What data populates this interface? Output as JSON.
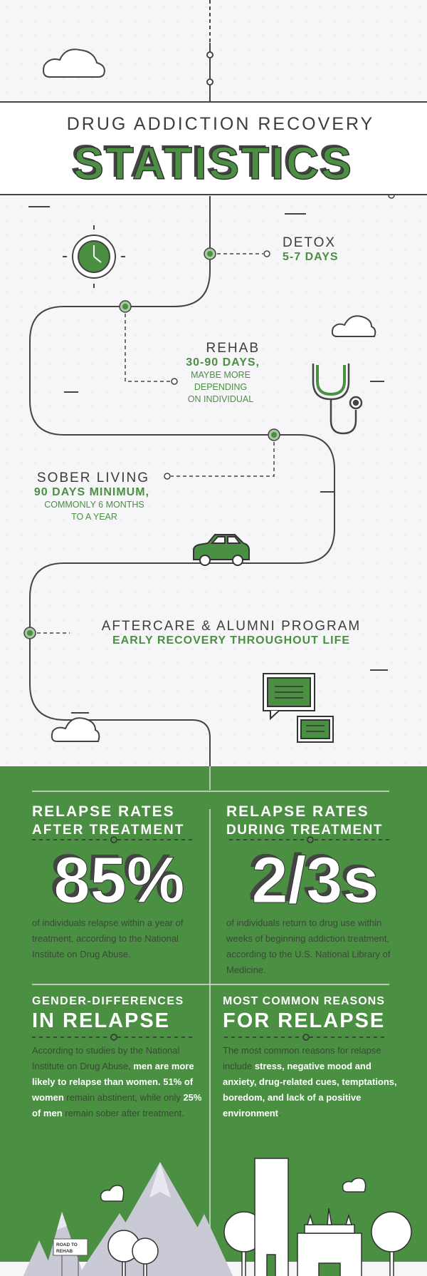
{
  "header": {
    "subtitle": "DRUG ADDICTION RECOVERY",
    "title": "STATISTICS"
  },
  "timeline": [
    {
      "label": "DETOX",
      "duration": "5-7 DAYS"
    },
    {
      "label": "REHAB",
      "duration": "30-90 DAYS,",
      "note": [
        "MAYBE MORE",
        "DEPENDING",
        "ON INDIVIDUAL"
      ]
    },
    {
      "label": "SOBER LIVING",
      "duration": "90 DAYS MINIMUM,",
      "note": [
        "COMMONLY 6 MONTHS",
        "TO A YEAR"
      ]
    },
    {
      "label": "AFTERCARE & ALUMNI PROGRAM",
      "duration": "EARLY RECOVERY THROUGHOUT LIFE"
    }
  ],
  "stats": {
    "after": {
      "heading1": "RELAPSE RATES",
      "heading2": "AFTER TREATMENT",
      "value": "85%",
      "text": "of individuals relapse within a year of treatment, according to the National Institute on Drug Abuse."
    },
    "during": {
      "heading1": "RELAPSE RATES",
      "heading2": "DURING TREATMENT",
      "value": "2/3s",
      "text": "of individuals return to drug use within weeks of beginning addiction treatment, according to the U.S. National Library of Medicine."
    },
    "gender": {
      "heading1": "GENDER-DIFFERENCES",
      "heading2": "IN RELAPSE",
      "t1": "According to studies by the National Institute on Drug Abuse, ",
      "b1": "men are more likely to relapse than women. 51% of women",
      "t2": " remain abstinent, while only ",
      "b2": "25% of men",
      "t3": " remain sober after treatment."
    },
    "reasons": {
      "heading1": "MOST COMMON REASONS",
      "heading2": "FOR RELAPSE",
      "t1": "The most common reasons for relapse include ",
      "b1": "stress, negative mood and anxiety, drug-related cues, temptations, boredom, and lack of a positive environment",
      "t2": "."
    }
  },
  "sign": {
    "line1": "ROAD TO",
    "line2": "REHAB"
  },
  "colors": {
    "green": "#4a8f42",
    "light_green": "#8cb584",
    "dark": "#3d3d3d"
  }
}
